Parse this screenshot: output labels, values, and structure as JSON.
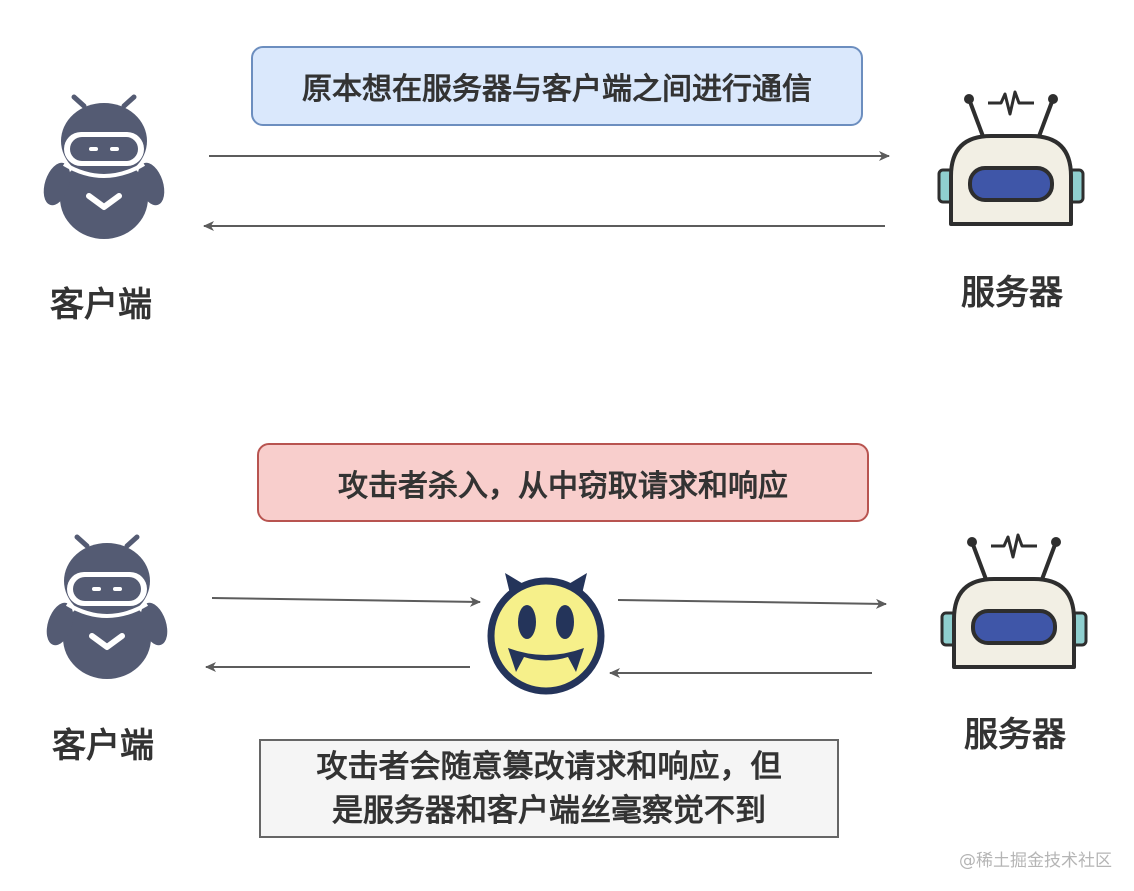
{
  "top": {
    "caption": "原本想在服务器与客户端之间进行通信",
    "client_label": "客户端",
    "server_label": "服务器"
  },
  "bottom": {
    "caption": "攻击者杀入，从中窃取请求和响应",
    "client_label": "客户端",
    "server_label": "服务器",
    "note_line1": "攻击者会随意篡改请求和响应，但",
    "note_line2": "是服务器和客户端丝毫察觉不到"
  },
  "watermark": "@稀土掘金技术社区",
  "colors": {
    "arrow": "#5c5c5c",
    "client_body": "#545b73",
    "robot_screen": "#3f56a8",
    "robot_face": "#f2efe4",
    "robot_ear": "#8fcfcf",
    "attacker_face": "#f6f08a",
    "attacker_outline": "#24345a"
  },
  "icons": {
    "client": "client-avatar-icon",
    "server": "server-robot-icon",
    "attacker": "attacker-devil-icon"
  }
}
